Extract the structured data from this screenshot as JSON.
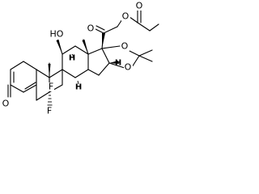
{
  "molecule": {
    "atoms": {
      "o_ketone_a": "O",
      "o_ester_a": "O",
      "o_ester_b": "O",
      "o_hydroxy": "HO",
      "o_acetal_a": "O",
      "o_acetal_b": "O",
      "f_9": "F",
      "f_6": "F",
      "o_3": "O",
      "h_8": "H",
      "h_14": "H",
      "h_16": "H"
    }
  }
}
